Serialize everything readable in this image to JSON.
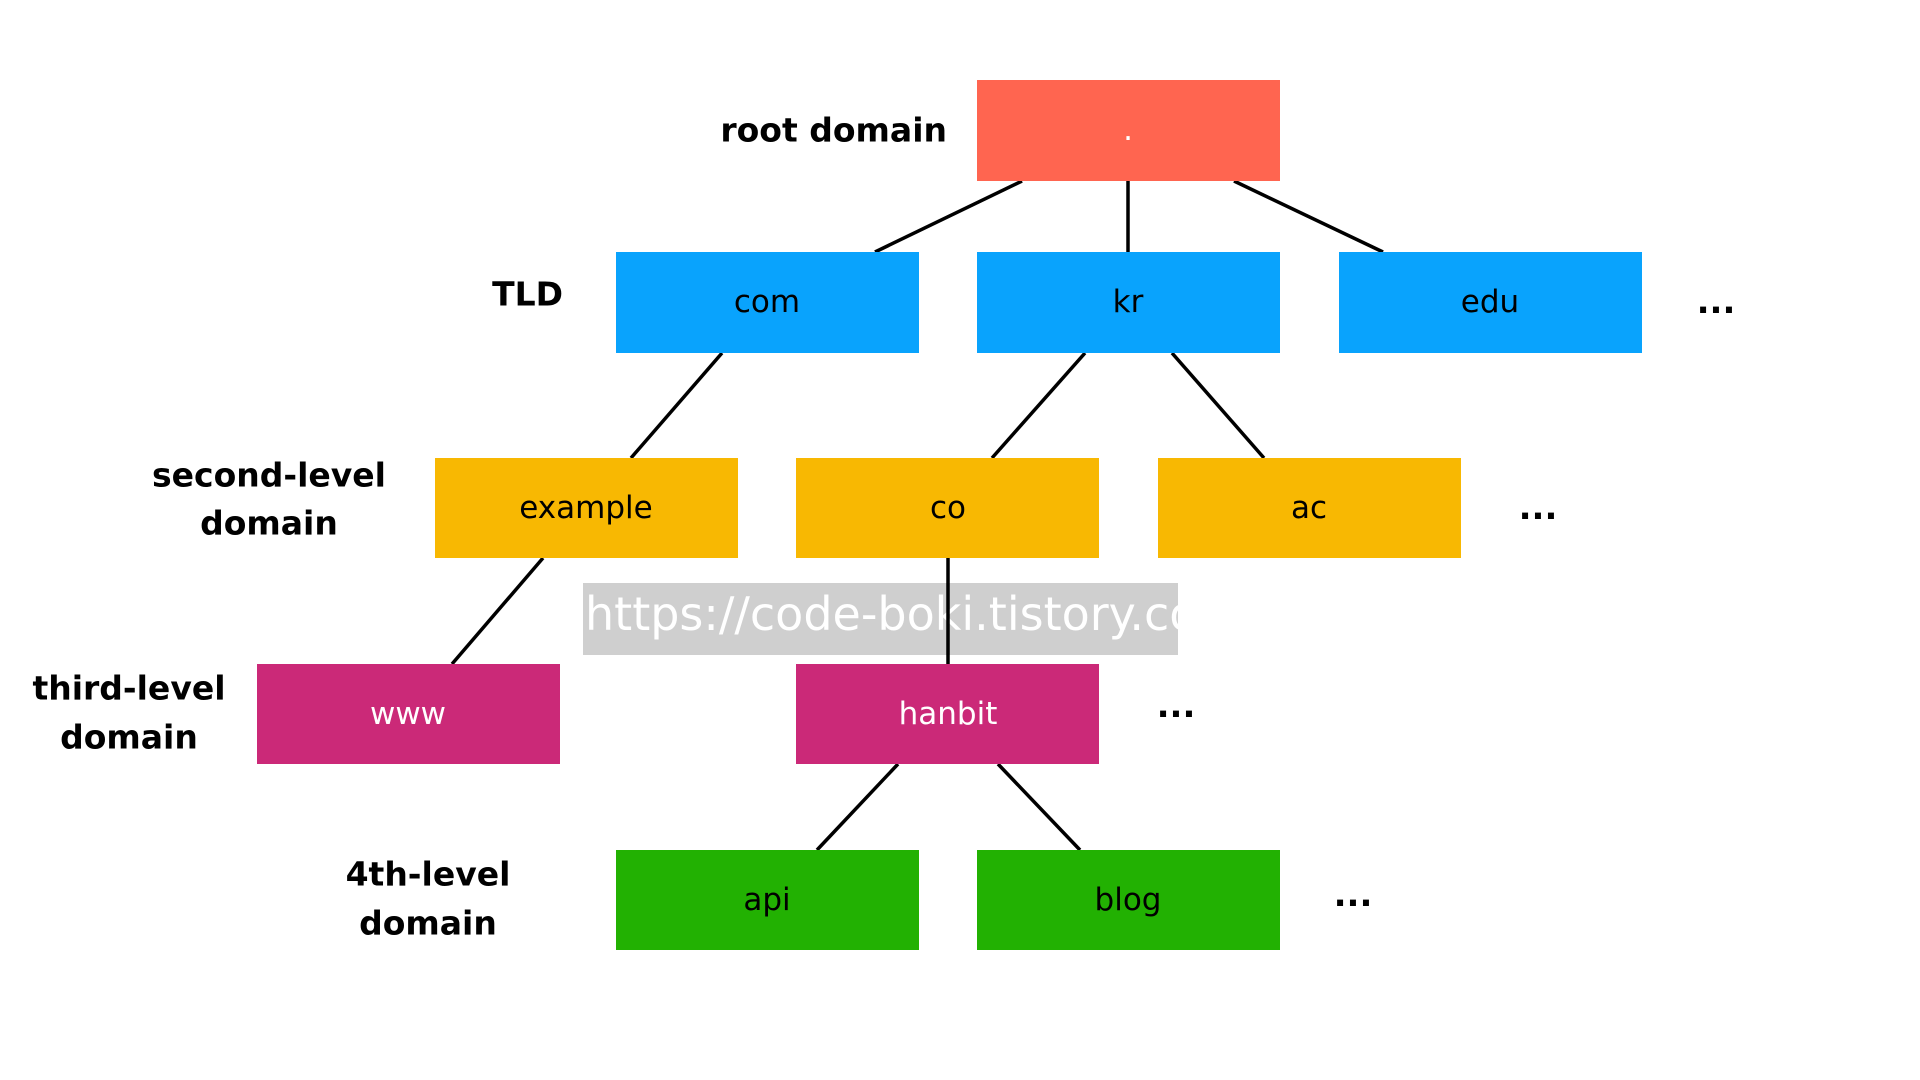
{
  "colors": {
    "root": "#ff6550",
    "tld": "#09a3fd",
    "second": "#f8b802",
    "third": "#cb2978",
    "fourth": "#22b102",
    "watermark_bg": "#cccccc"
  },
  "levels": {
    "root": "root domain",
    "tld": "TLD",
    "second": [
      "second-level",
      "domain"
    ],
    "third": [
      "third-level",
      "domain"
    ],
    "fourth": [
      "4th-level",
      "domain"
    ]
  },
  "nodes": {
    "root": ".",
    "com": "com",
    "kr": "kr",
    "edu": "edu",
    "example": "example",
    "co": "co",
    "ac": "ac",
    "www": "www",
    "hanbit": "hanbit",
    "api": "api",
    "blog": "blog"
  },
  "ellipsis": "...",
  "watermark": "https://code-boki.tistory.com"
}
